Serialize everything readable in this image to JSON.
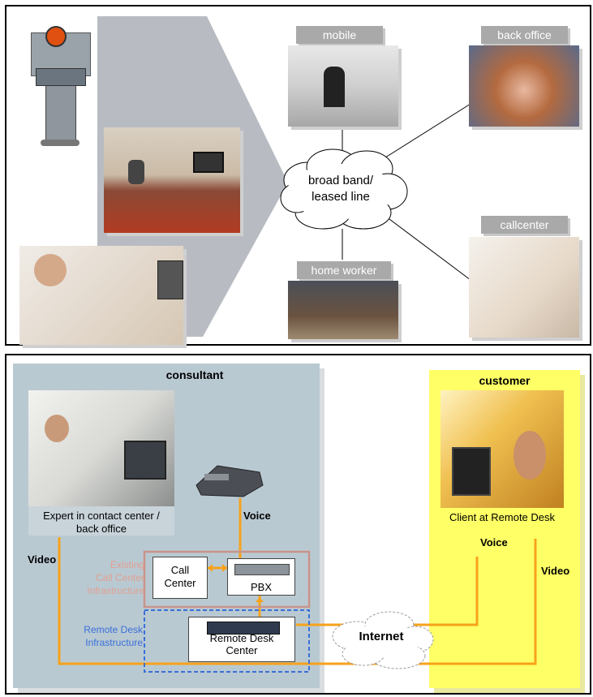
{
  "top": {
    "cloud_label": "broad band/\nleased line",
    "tags": {
      "mobile": "mobile",
      "back_office": "back office",
      "callcenter": "callcenter",
      "home_worker": "home worker"
    }
  },
  "bottom": {
    "consultant_title": "consultant",
    "customer_title": "customer",
    "expert_caption": "Expert in contact center /\nback office",
    "client_caption": "Client at Remote Desk",
    "voice_left": "Voice",
    "voice_right": "Voice",
    "video_left": "Video",
    "video_right": "Video",
    "existing_infra": "Existing\nCall Center\nInfrastructure",
    "remote_infra": "Remote Desk\nInfrastructure",
    "call_center": "Call\nCenter",
    "pbx": "PBX",
    "remote_desk_center": "Remote Desk\nCenter",
    "internet": "Internet"
  },
  "colors": {
    "orange": "#f7a21b",
    "consultant_bg": "#b9c9d2",
    "customer_bg": "#ffff66",
    "tag_gray": "#a9a9a9",
    "existing_infra_text": "#e0a090",
    "remote_infra_text": "#3a6fd8"
  }
}
